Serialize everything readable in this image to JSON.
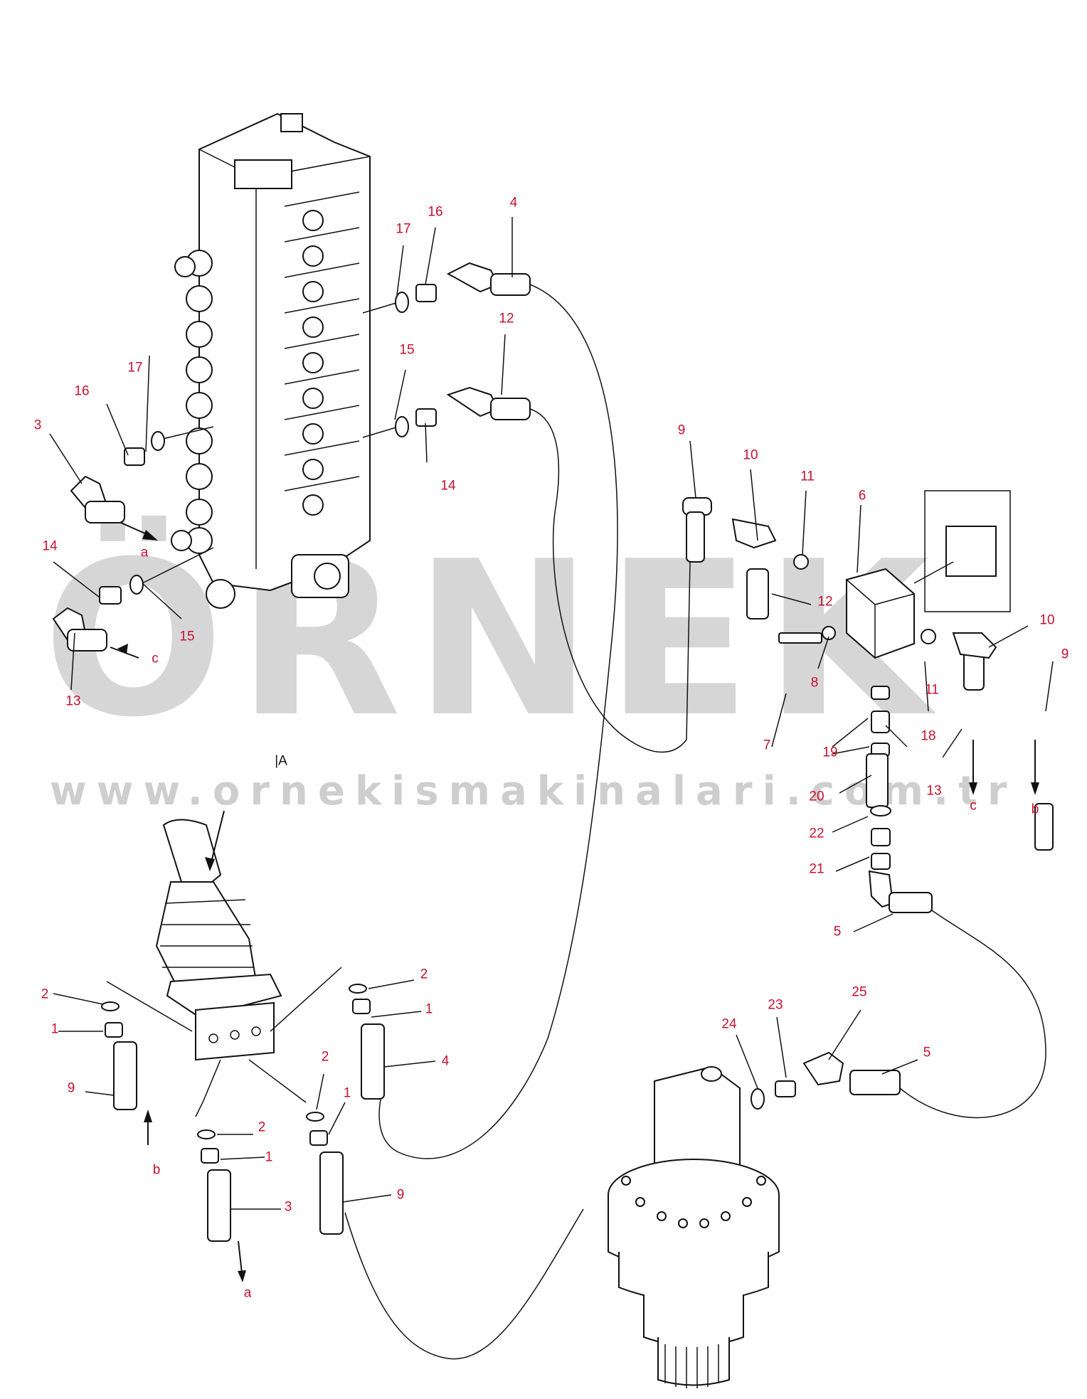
{
  "watermark": {
    "brand": "ÖRNEK",
    "url": "www.ornekismakinalari.com.tr"
  },
  "view_label": "A",
  "part_labels": {
    "p4_top": "4",
    "p16_top": "16",
    "p17_top": "17",
    "p12_top": "12",
    "p15_mid": "15",
    "p14_mid": "14",
    "p17_left": "17",
    "p16_left": "16",
    "p3_left": "3",
    "p14_left": "14",
    "p15_left": "15",
    "p13_left": "13",
    "p9_mid": "9",
    "p10_mid": "10",
    "p11_mid": "11",
    "p6": "6",
    "p12_right": "12",
    "p10_right": "10",
    "p9_right": "9",
    "p8": "8",
    "p7": "7",
    "p11_right": "11",
    "p19": "19",
    "p18": "18",
    "p13_right": "13",
    "p20": "20",
    "p22": "22",
    "p21": "21",
    "p5_upper": "5",
    "p25": "25",
    "p23": "23",
    "p24": "24",
    "p5_lower": "5",
    "p2_left": "2",
    "p1_left": "1",
    "p9_left": "9",
    "p2_right": "2",
    "p1_right": "1",
    "p4_lower": "4",
    "p2_mid": "2",
    "p1_mid": "1",
    "p3_lower": "3",
    "p2_lowmid": "2",
    "p1_lowmid": "1",
    "p9_lower": "9"
  },
  "flow_refs": {
    "a_left": "a",
    "c_left": "c",
    "c_right": "c",
    "b_right": "b",
    "b_left": "b",
    "a_bottom": "a"
  }
}
